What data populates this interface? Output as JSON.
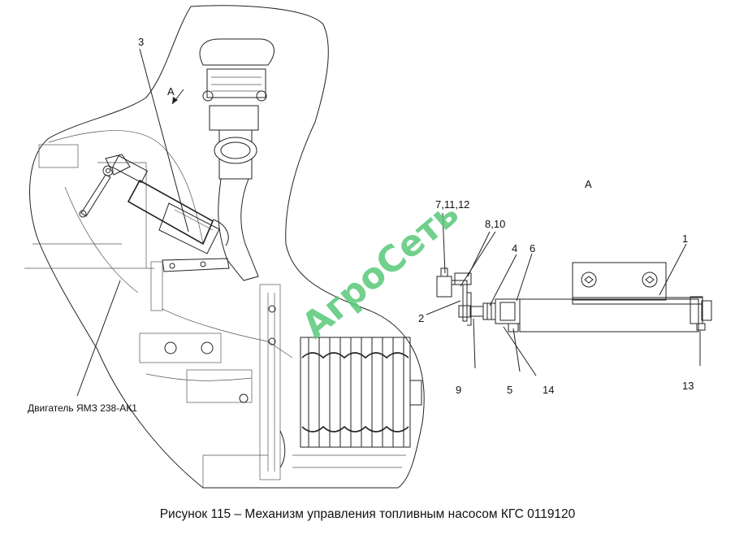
{
  "caption": "Рисунок 115 – Механизм управления топливным насосом КГС 0119120",
  "engine_label": "Двигатель ЯМЗ 238-АК1",
  "view_label_main": "A",
  "view_label_detail": "A",
  "watermark": "АгроСеть",
  "callouts": {
    "c1": "1",
    "c2": "2",
    "c3": "3",
    "c4": "4",
    "c5": "5",
    "c6": "6",
    "c7_11_12": "7,11,12",
    "c8_10": "8,10",
    "c9": "9",
    "c13": "13",
    "c14": "14"
  },
  "colors": {
    "line": "#222222",
    "watermark": "#58c879"
  }
}
